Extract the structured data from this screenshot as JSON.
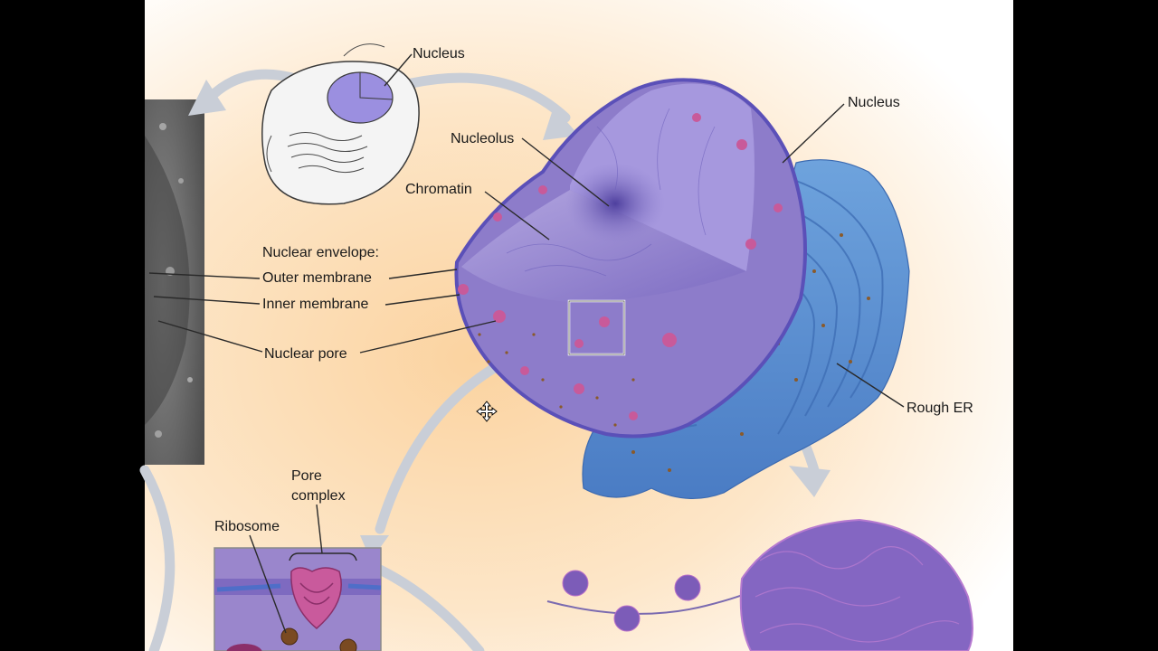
{
  "labels": {
    "nucleus_top": "Nucleus",
    "nucleus_right": "Nucleus",
    "nucleolus": "Nucleolus",
    "chromatin": "Chromatin",
    "nuclear_envelope": "Nuclear envelope:",
    "outer_membrane": "Outer membrane",
    "inner_membrane": "Inner membrane",
    "nuclear_pore": "Nuclear pore",
    "rough_er": "Rough ER",
    "pore_complex_line1": "Pore",
    "pore_complex_line2": "complex",
    "ribosome": "Ribosome"
  },
  "colors": {
    "backdrop": "#000000",
    "slide": "#ffffff",
    "glow": "#fbd7a8",
    "nucleus": "#8e7cc8",
    "nucleus_dark": "#5a4fb0",
    "envelope": "#6b63c8",
    "rough_er": "#5b8fd0",
    "pore": "#c85a9a",
    "ribosome": "#8a5a2a",
    "arrow": "#c8cdd6",
    "micrograph": "#6d6d6d"
  }
}
